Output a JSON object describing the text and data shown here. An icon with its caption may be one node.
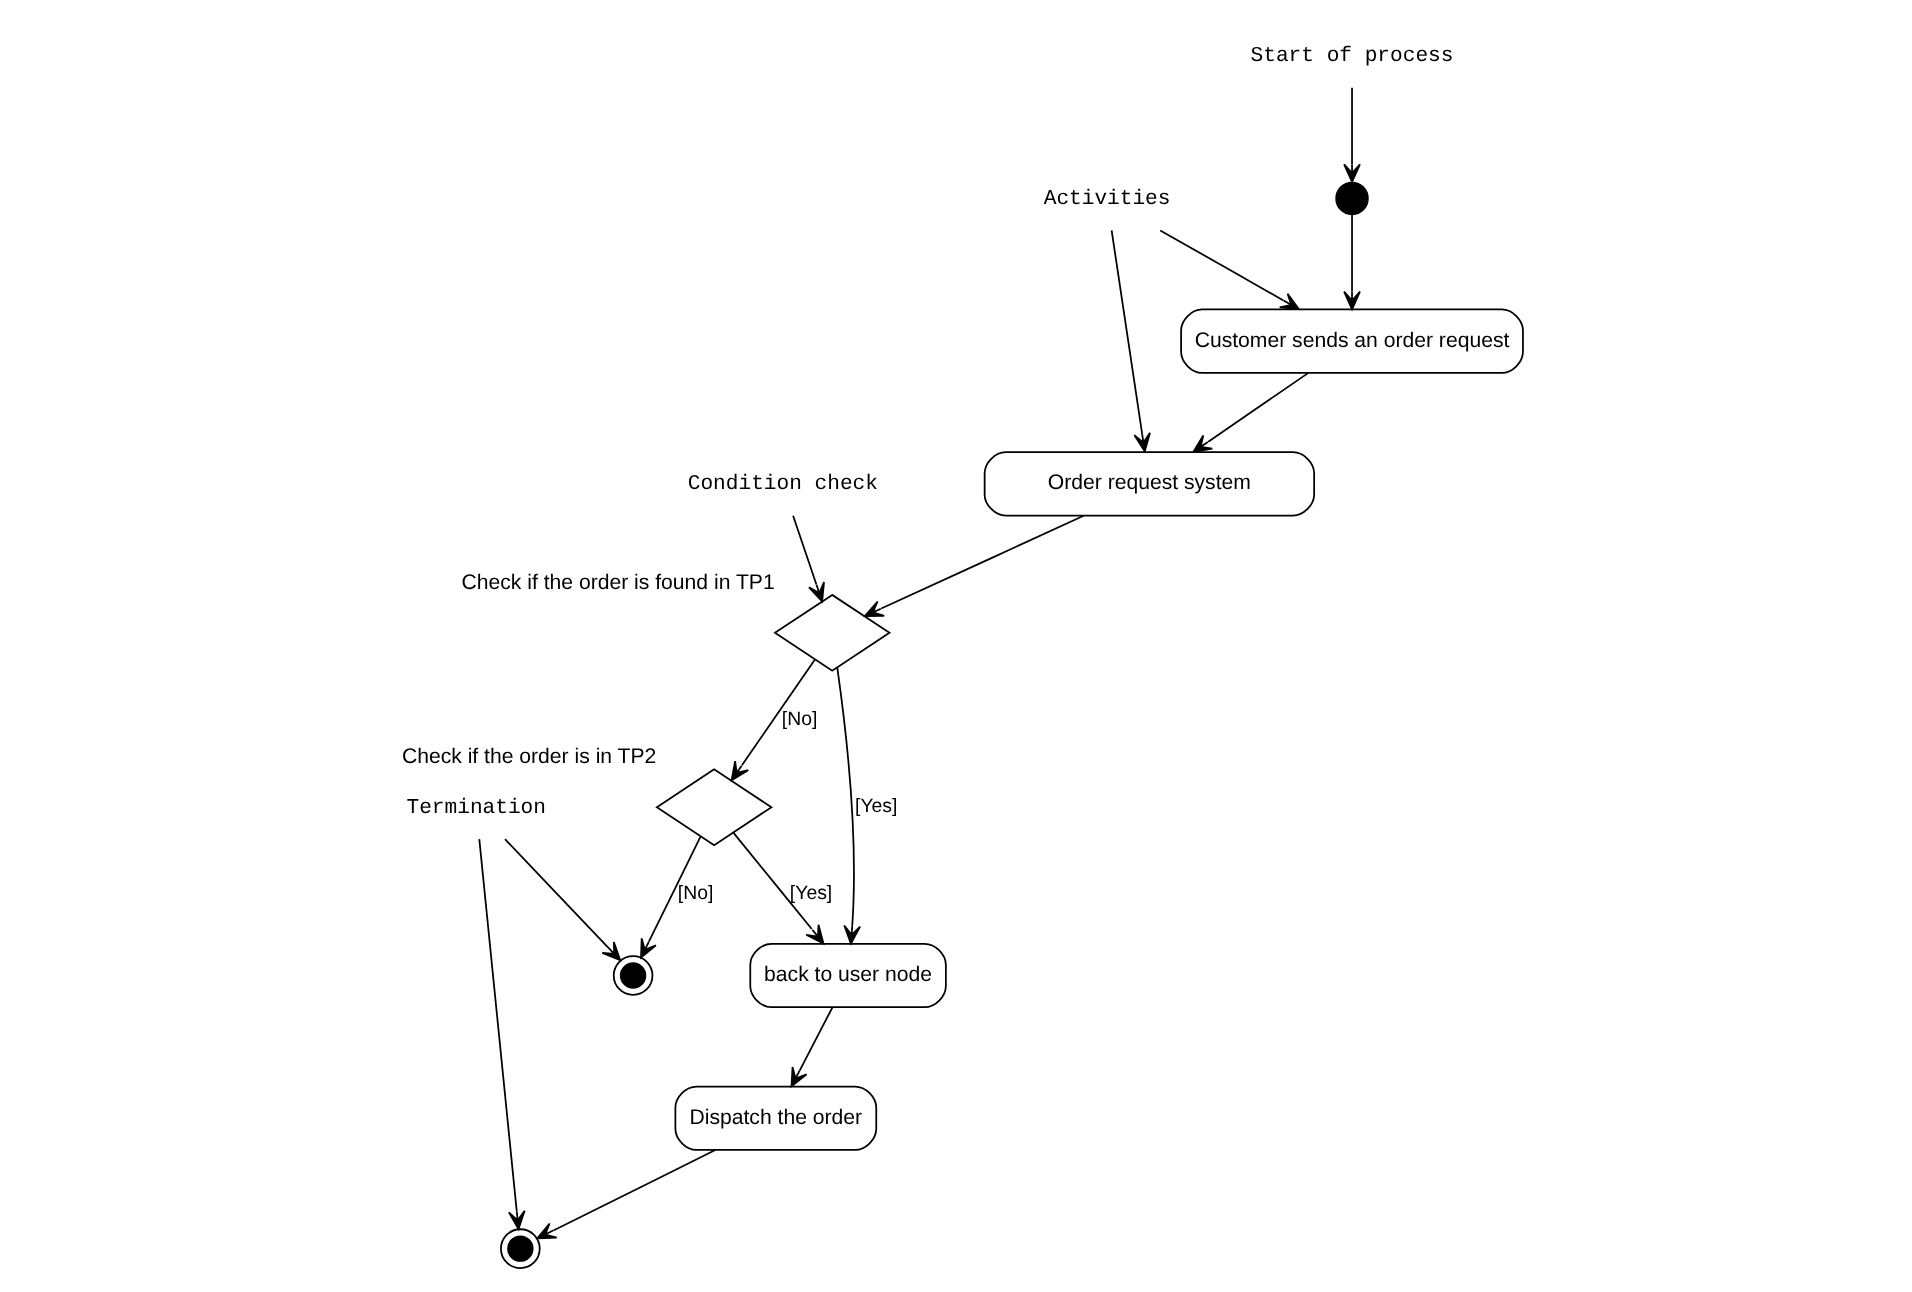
{
  "diagram": {
    "nodes": [
      {
        "text": [],
        "shape": "circle"
      },
      {
        "text": [
          "Customer sends an order request"
        ]
      },
      {
        "text": [
          "Order request system"
        ]
      },
      {
        "text": [],
        "shape": "diamond",
        "beside": [
          "Check if the order is found in TP1"
        ]
      },
      {
        "text": [],
        "shape": "diamond",
        "beside": [
          "Check if the order is in TP2"
        ]
      },
      {
        "text": [],
        "shape": "circle"
      },
      {
        "text": [
          "back to user node"
        ]
      },
      {
        "text": [],
        "shape": "circle"
      },
      {
        "text": [
          "Dispatch the order"
        ]
      },
      {
        "text": [
          "Activities"
        ]
      },
      {
        "text": [
          "Start of process"
        ]
      },
      {
        "text": [
          "Condition check"
        ]
      },
      {
        "text": [
          "Termination"
        ]
      }
    ],
    "edges": [
      {
        "from": 0,
        "to": 1,
        "arrow": "to"
      },
      {
        "from": 1,
        "to": 2,
        "arrow": "to"
      },
      {
        "from": 2,
        "to": 3,
        "arrow": "to"
      },
      {
        "from": 3,
        "to": 4,
        "arrow": "to",
        "label": "[No]"
      },
      {
        "from": 3,
        "to": 6,
        "arrow": "to",
        "label": "[Yes]"
      },
      {
        "from": 4,
        "to": 6,
        "arrow": "to",
        "label": "[Yes]"
      },
      {
        "from": 4,
        "to": 5,
        "arrow": "to",
        "label": "[No]"
      },
      {
        "from": 6,
        "to": 8,
        "arrow": "to"
      },
      {
        "from": 8,
        "to": 7,
        "arrow": "to"
      },
      {
        "from": 9,
        "to": 1,
        "arrow": "to"
      },
      {
        "from": 9,
        "to": 2,
        "arrow": "to"
      },
      {
        "from": 10,
        "to": 0,
        "arrow": "to"
      },
      {
        "from": 11,
        "to": 3,
        "arrow": "to"
      },
      {
        "from": 12,
        "to": 5,
        "arrow": "to"
      },
      {
        "from": 12,
        "to": 7,
        "arrow": "to"
      }
    ]
  }
}
